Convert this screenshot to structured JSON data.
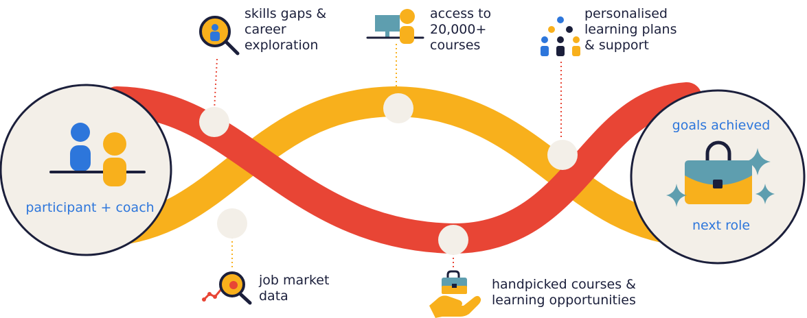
{
  "colors": {
    "red_strand": "#E84535",
    "yellow_strand": "#F8B01C",
    "blue": "#2D76DB",
    "navy": "#1B1F3B",
    "cream": "#F3EFE8",
    "teal": "#5E9EAF",
    "dotted_red": "#E84535",
    "dotted_yellow": "#F8B01C"
  },
  "start_circle": {
    "label": "participant + coach",
    "icon": "people-at-table-icon"
  },
  "end_circle": {
    "top_label": "goals achieved",
    "bottom_label": "next role",
    "icon": "briefcase-sparkle-icon"
  },
  "milestones": [
    {
      "text": "skills gaps &\ncareer\nexploration",
      "icon": "magnifier-person-icon"
    },
    {
      "text": "access to\n20,000+\ncourses",
      "icon": "person-at-computer-icon"
    },
    {
      "text": "personalised\nlearning plans\n& support",
      "icon": "group-people-icon"
    },
    {
      "text": "job market\ndata",
      "icon": "magnifier-chart-icon"
    },
    {
      "text": "handpicked courses &\nlearning opportunities",
      "icon": "hand-briefcase-icon"
    }
  ]
}
